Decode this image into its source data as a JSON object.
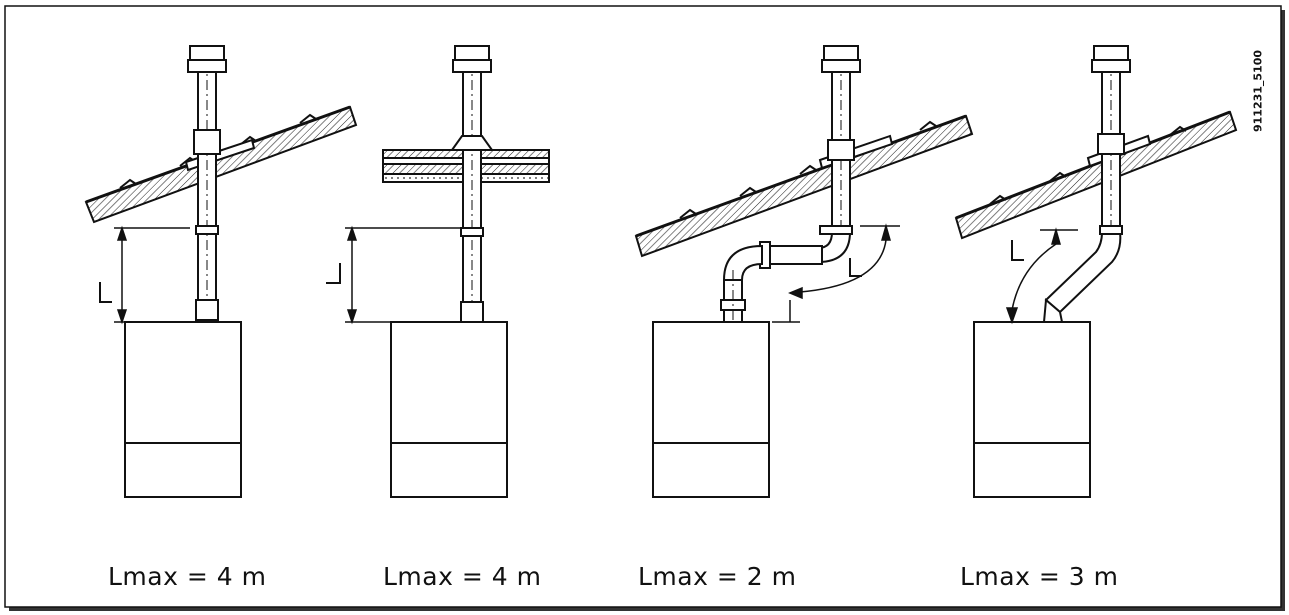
{
  "figure_id": "911231_5100",
  "variants": [
    {
      "caption": "Lmax = 4 m",
      "dimension_label": "L",
      "roof": "pitched",
      "routing": "straight"
    },
    {
      "caption": "Lmax = 4 m",
      "dimension_label": "L",
      "roof": "flat",
      "routing": "straight"
    },
    {
      "caption": "Lmax = 2 m",
      "dimension_label": "L",
      "roof": "pitched",
      "routing": "offset-two-elbows"
    },
    {
      "caption": "Lmax = 3 m",
      "dimension_label": "L",
      "roof": "pitched",
      "routing": "angled-offset"
    }
  ],
  "colors": {
    "line": "#111111",
    "background": "#ffffff"
  }
}
